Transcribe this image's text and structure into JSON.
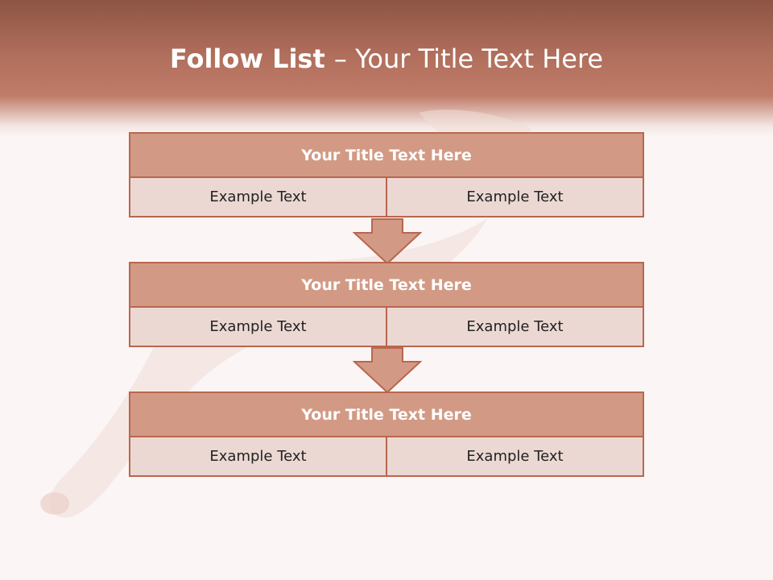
{
  "title": {
    "bold": "Follow List ",
    "rest": " – Your Title Text Here"
  },
  "blocks": [
    {
      "title": "Your Title Text Here",
      "left": "Example Text",
      "right": "Example Text"
    },
    {
      "title": "Your Title Text Here",
      "left": "Example Text",
      "right": "Example Text"
    },
    {
      "title": "Your Title Text Here",
      "left": "Example Text",
      "right": "Example Text"
    }
  ],
  "colors": {
    "header": "#b06e5c",
    "block_title_fill": "#d29a85",
    "block_cell_fill": "#ecd8d3",
    "border": "#b9664f"
  }
}
